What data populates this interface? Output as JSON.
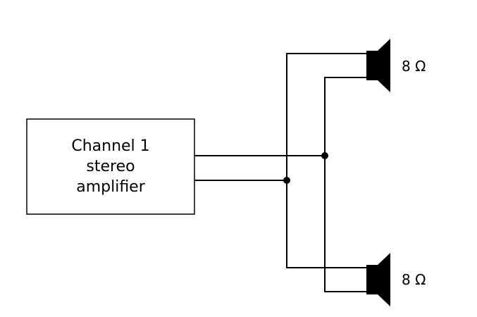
{
  "amplifier": {
    "line1": "Channel 1",
    "line2": "stereo",
    "line3": "amplifier"
  },
  "speakers": [
    {
      "impedance_label": "8 Ω"
    },
    {
      "impedance_label": "8 Ω"
    }
  ],
  "colors": {
    "stroke": "#000000",
    "background": "#ffffff"
  }
}
